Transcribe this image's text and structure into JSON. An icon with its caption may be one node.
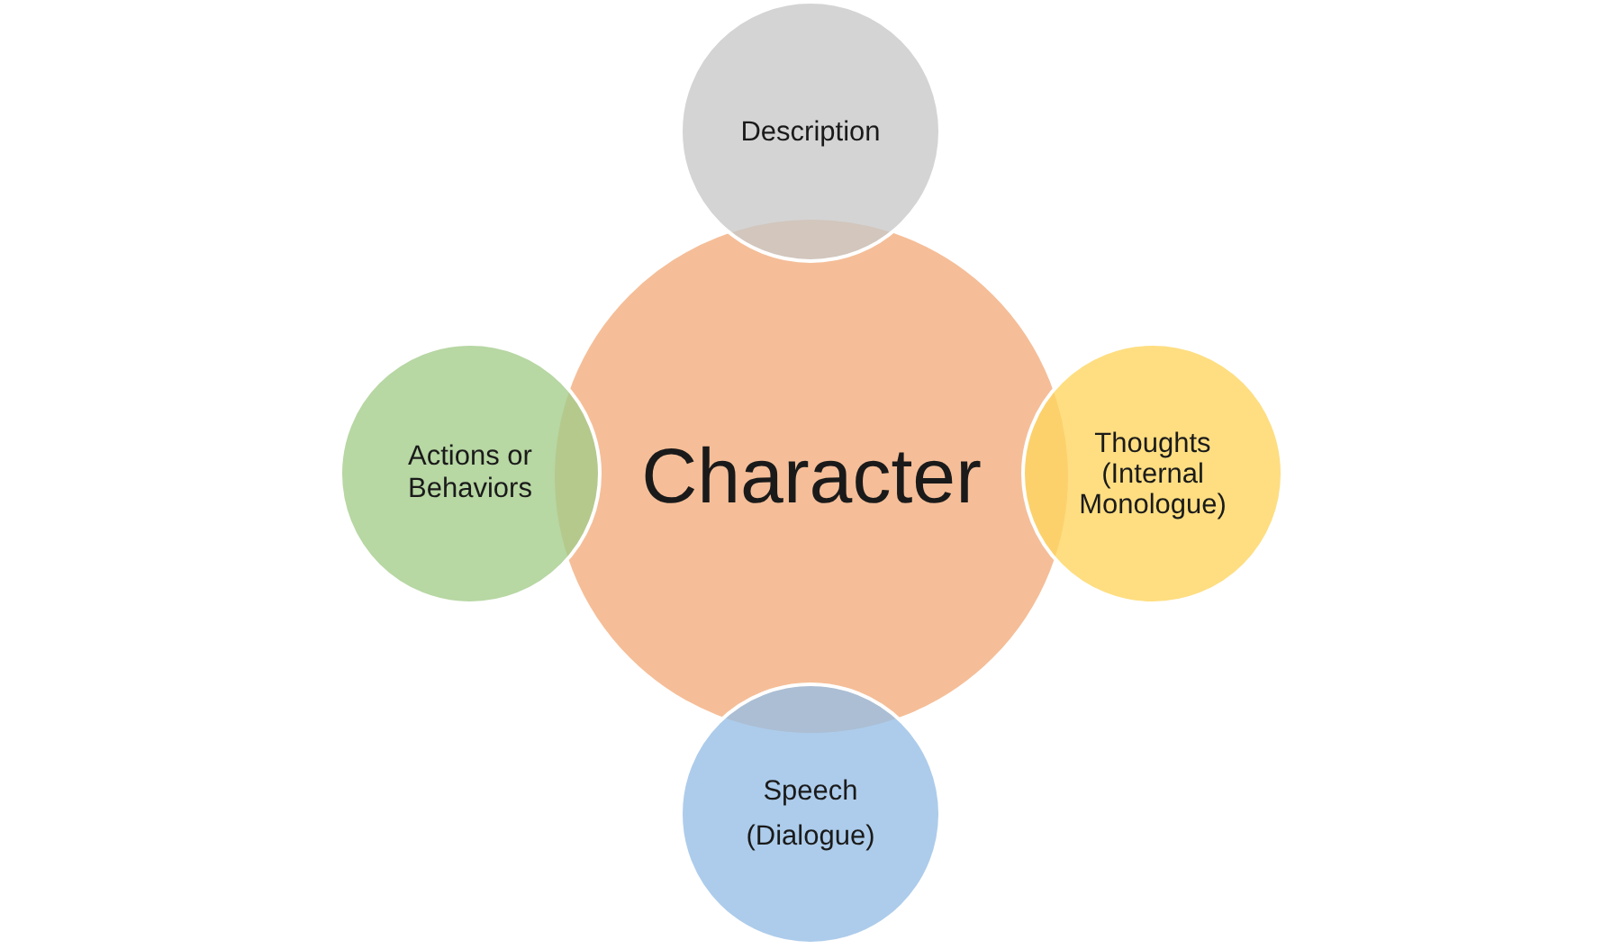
{
  "diagram": {
    "nodes": [
      {
        "text": [
          "Description"
        ]
      },
      {
        "text": [
          "Actions or Behaviors"
        ]
      },
      {
        "text": [
          "Character"
        ]
      },
      {
        "text": [
          "Thoughts (Internal Monologue)"
        ]
      },
      {
        "text": [
          "Speech (Dialogue)"
        ]
      }
    ]
  }
}
